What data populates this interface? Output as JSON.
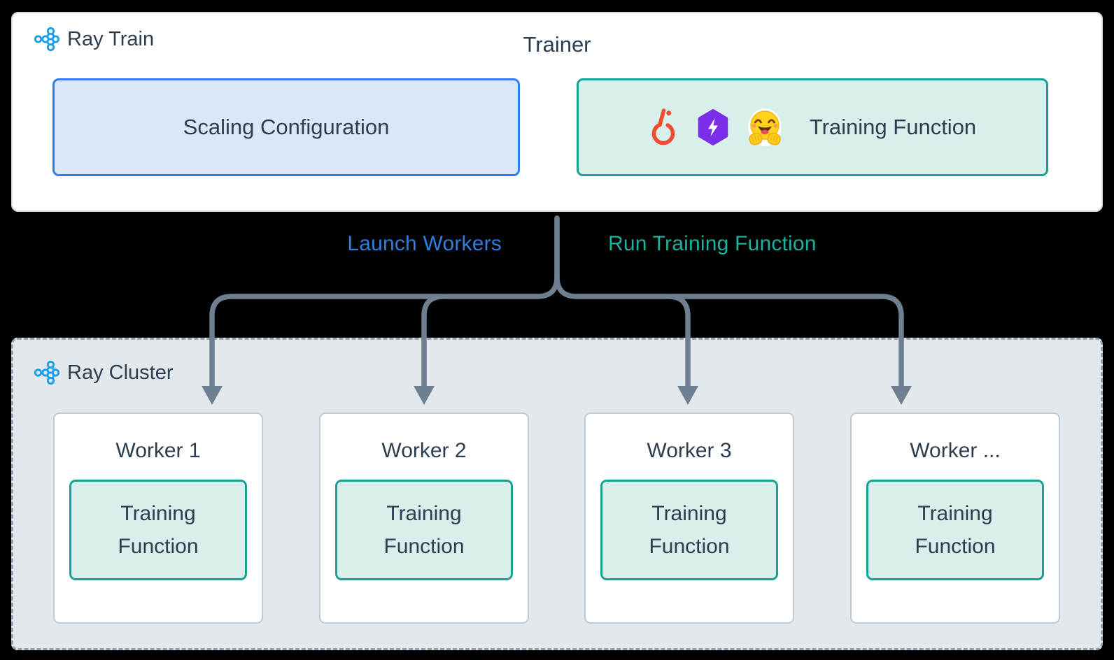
{
  "ray_train": {
    "label": "Ray Train",
    "trainer_title": "Trainer",
    "scaling_configuration_label": "Scaling Configuration",
    "training_function": {
      "label": "Training Function",
      "framework_icons": [
        "pytorch-icon",
        "lightning-icon",
        "huggingface-icon"
      ]
    }
  },
  "edges": {
    "launch_workers_label": "Launch Workers",
    "run_training_function_label": "Run Training Function"
  },
  "ray_cluster": {
    "label": "Ray Cluster",
    "workers": [
      {
        "title": "Worker 1",
        "function_label": "Training Function"
      },
      {
        "title": "Worker 2",
        "function_label": "Training Function"
      },
      {
        "title": "Worker 3",
        "function_label": "Training Function"
      },
      {
        "title": "Worker ...",
        "function_label": "Training Function"
      }
    ]
  },
  "colors": {
    "background": "#000000",
    "panel_white": "#ffffff",
    "accent_blue_border": "#2e7fee",
    "scaling_fill": "#dbe7f8",
    "accent_teal_border": "#17a293",
    "training_fill": "#d9efeb",
    "arrow_gray": "#6d7f91",
    "launch_workers_text": "#2d7fe0",
    "run_training_text": "#1fb0a0",
    "dark_text": "#2b3d4f",
    "cluster_fill": "#e3e8ec",
    "cluster_dash": "#93a2b0",
    "worker_border": "#bfcad4",
    "ray_logo_blue": "#1b9ee8",
    "pytorch_orange": "#ee4c2c",
    "lightning_purple": "#7b2ee8",
    "huggingface_yellow": "#ffd21e"
  }
}
